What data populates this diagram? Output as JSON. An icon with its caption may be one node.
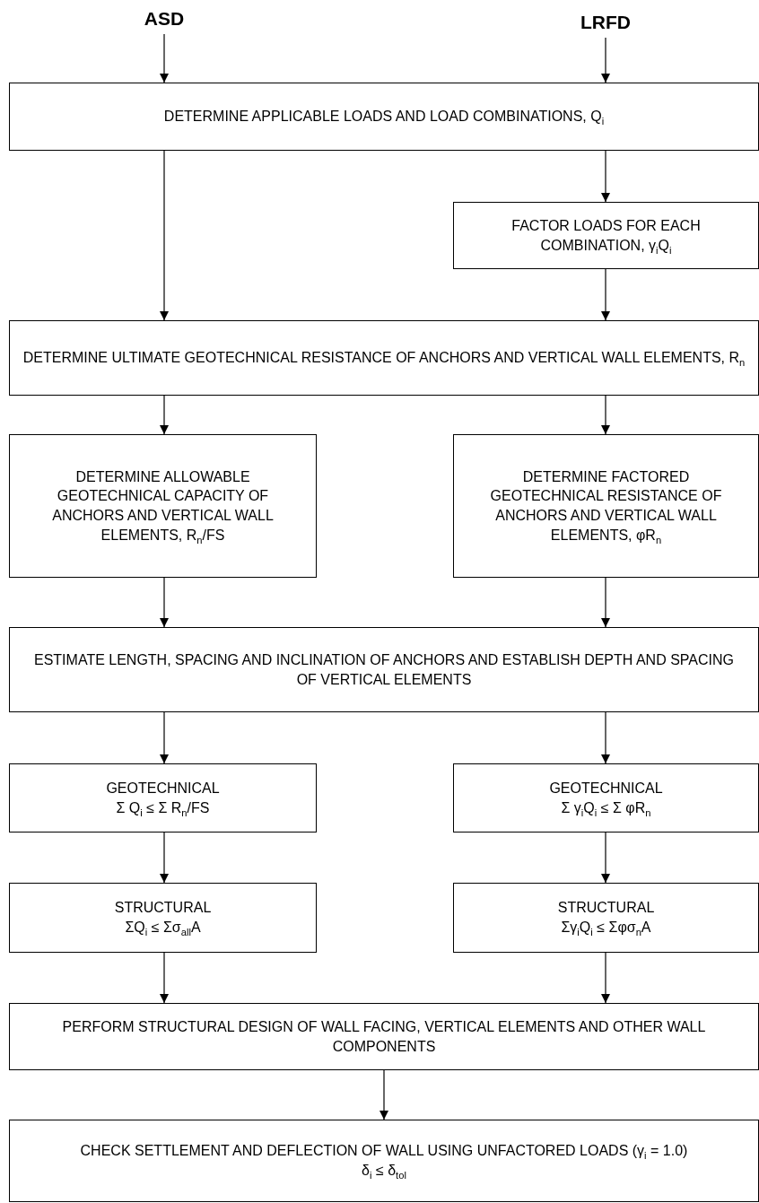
{
  "diagram": {
    "nodes": [
      {
        "text": [
          "ASD"
        ]
      },
      {
        "text": [
          "LRFD"
        ]
      },
      {
        "text": [
          "DETERMINE APPLICABLE LOADS AND LOAD COMBINATIONS, Q$_{i}$"
        ]
      },
      {
        "text": [
          "FACTOR LOADS FOR EACH COMBINATION, γ$_{i}$Q$_{i}$"
        ]
      },
      {
        "text": [
          "DETERMINE ULTIMATE GEOTECHNICAL RESISTANCE OF ANCHORS AND VERTICAL WALL ELEMENTS, R$_{n}$"
        ]
      },
      {
        "text": [
          "DETERMINE ALLOWABLE GEOTECHNICAL CAPACITY OF ANCHORS AND VERTICAL WALL ELEMENTS, R$_{n}$/FS"
        ]
      },
      {
        "text": [
          "DETERMINE FACTORED GEOTECHNICAL RESISTANCE OF ANCHORS AND VERTICAL WALL ELEMENTS, φR$_{n}$"
        ]
      },
      {
        "text": [
          "ESTIMATE LENGTH, SPACING AND INCLINATION OF ANCHORS AND ESTABLISH DEPTH AND SPACING OF VERTICAL ELEMENTS"
        ]
      },
      {
        "text": [
          "GEOTECHNICAL",
          "Σ Q$_{i}$ ≤ Σ R$_{n}$/FS"
        ]
      },
      {
        "text": [
          "GEOTECHNICAL",
          "Σ γ$_{i}$Q$_{i}$ ≤ Σ φR$_{n}$"
        ]
      },
      {
        "text": [
          "STRUCTURAL",
          "ΣQ$_{i}$ ≤ Σσ$_{all}$A"
        ]
      },
      {
        "text": [
          "STRUCTURAL",
          "Σγ$_{i}$Q$_{i}$ ≤ Σφσ$_{n}$A"
        ]
      },
      {
        "text": [
          "PERFORM STRUCTURAL DESIGN OF WALL FACING, VERTICAL ELEMENTS AND OTHER WALL COMPONENTS"
        ]
      },
      {
        "text": [
          "CHECK SETTLEMENT AND DEFLECTION OF WALL USING UNFACTORED LOADS (γ$_{i}$ = 1.0)",
          "δ$_{i}$ ≤ δ$_{tol}$"
        ]
      }
    ],
    "edges": [
      {
        "from": 0,
        "to": 2,
        "arrow": "to"
      },
      {
        "from": 1,
        "to": 2,
        "arrow": "to"
      },
      {
        "from": 2,
        "to": 4,
        "arrow": "to"
      },
      {
        "from": 2,
        "to": 3,
        "arrow": "to"
      },
      {
        "from": 3,
        "to": 4,
        "arrow": "to"
      },
      {
        "from": 4,
        "to": 5,
        "arrow": "to"
      },
      {
        "from": 4,
        "to": 6,
        "arrow": "to"
      },
      {
        "from": 5,
        "to": 7,
        "arrow": "to"
      },
      {
        "from": 6,
        "to": 7,
        "arrow": "to"
      },
      {
        "from": 7,
        "to": 8,
        "arrow": "to"
      },
      {
        "from": 7,
        "to": 9,
        "arrow": "to"
      },
      {
        "from": 8,
        "to": 10,
        "arrow": "to"
      },
      {
        "from": 9,
        "to": 11,
        "arrow": "to"
      },
      {
        "from": 10,
        "to": 12,
        "arrow": "to"
      },
      {
        "from": 11,
        "to": 12,
        "arrow": "to"
      },
      {
        "from": 12,
        "to": 13,
        "arrow": "to"
      }
    ]
  }
}
